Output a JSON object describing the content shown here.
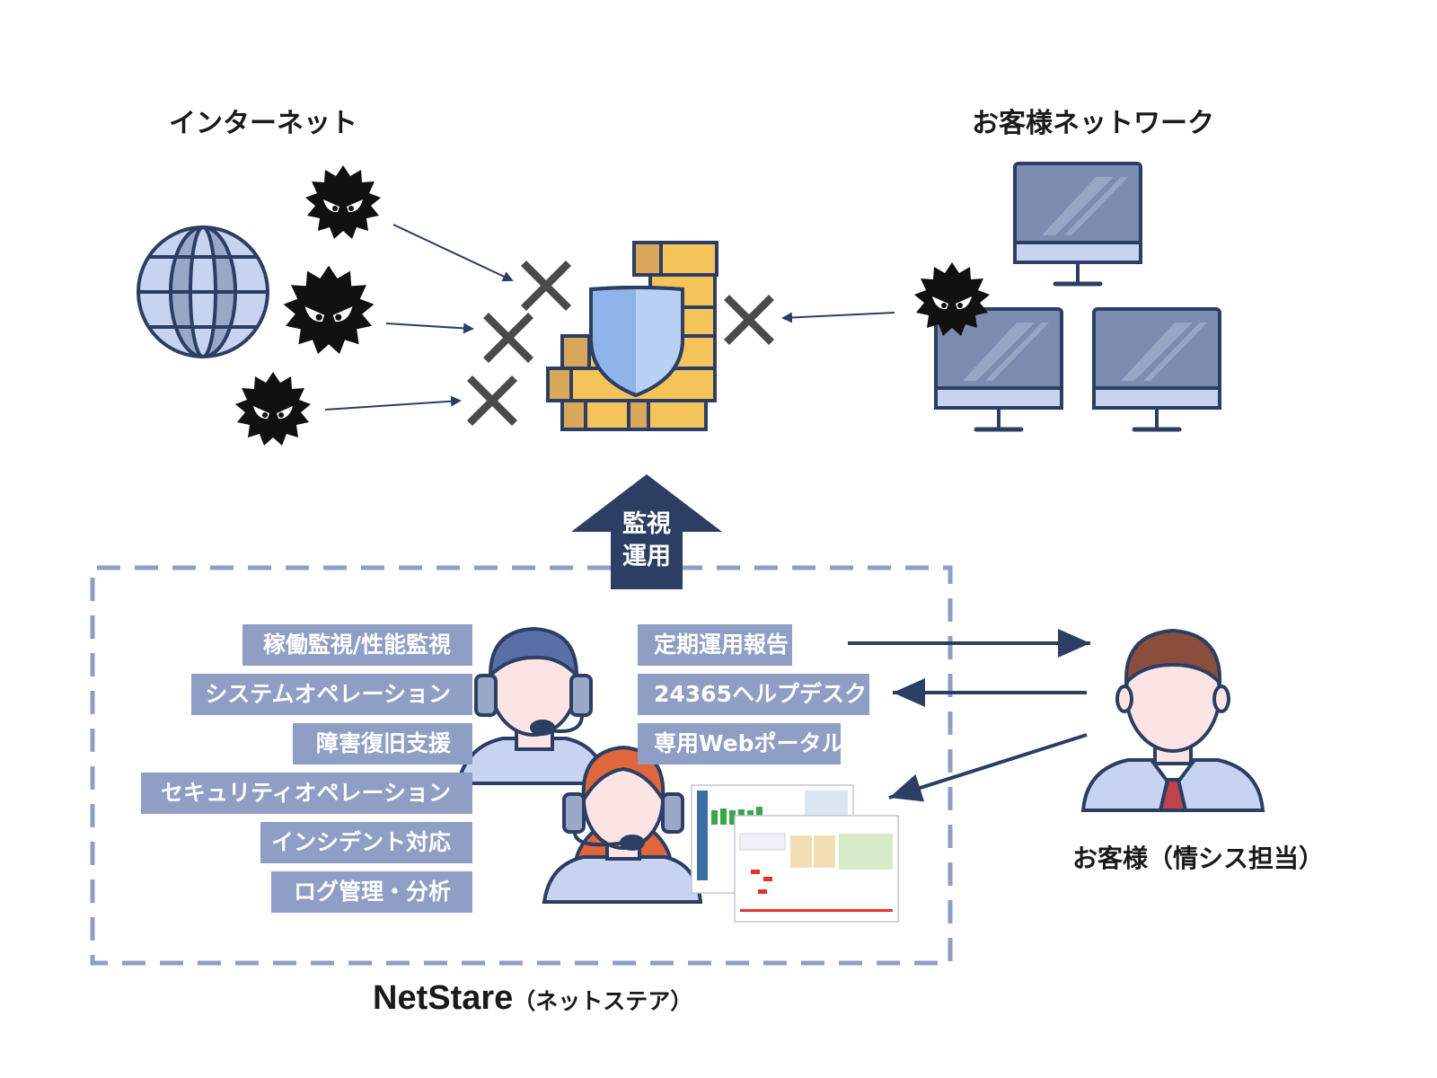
{
  "headers": {
    "internet": "インターネット",
    "customer_network": "お客様ネットワーク"
  },
  "up_arrow": {
    "line1": "監視",
    "line2": "運用"
  },
  "services_left": [
    "稼働監視/性能監視",
    "システムオペレーション",
    "障害復旧支援",
    "セキュリティオペレーション",
    "インシデント対応",
    "ログ管理・分析"
  ],
  "services_right": [
    "定期運用報告",
    "24365ヘルプデスク",
    "専用Webポータル"
  ],
  "customer_label": "お客様（情シス担当）",
  "provider": {
    "name": "NetStare",
    "reading": "（ネットステア）"
  },
  "icons": {
    "globe": "globe-icon",
    "virus": "virus-icon",
    "block": "x-mark-icon",
    "firewall": "firewall-shield-icon",
    "monitor": "monitor-icon",
    "operator": "operator-headset-icon",
    "customer": "customer-avatar-icon",
    "portal": "portal-screenshot"
  },
  "colors": {
    "navy": "#2c3e63",
    "service_box": "#8e9ec4",
    "dashed_border": "#8e9ec4",
    "monitor_screen": "#7b8cb0",
    "brick": "#f4c35a",
    "shield": "#8fb4ea"
  }
}
